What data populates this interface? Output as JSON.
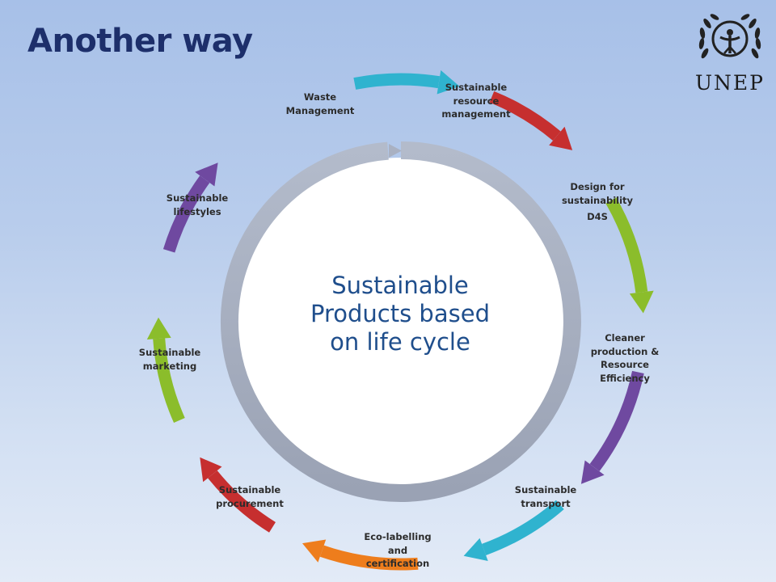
{
  "slide": {
    "title": "Another way",
    "logo": {
      "text": "UNEP"
    },
    "center": {
      "lines": [
        "Sustainable",
        "Products based",
        "on life cycle"
      ]
    },
    "stages": [
      {
        "id": "waste",
        "lines": [
          "Waste",
          "Management"
        ]
      },
      {
        "id": "resource",
        "lines": [
          "Sustainable",
          "resource",
          "management"
        ]
      },
      {
        "id": "design",
        "lines": [
          "Design for",
          "sustainability"
        ],
        "sub": "D4S"
      },
      {
        "id": "cleaner",
        "lines": [
          "Cleaner",
          "production &",
          "Resource",
          "Efficiency"
        ]
      },
      {
        "id": "transport",
        "lines": [
          "Sustainable",
          "transport"
        ]
      },
      {
        "id": "ecolabel",
        "lines": [
          "Eco-labelling",
          "and",
          "certification"
        ]
      },
      {
        "id": "procurement",
        "lines": [
          "Sustainable",
          "procurement"
        ]
      },
      {
        "id": "marketing",
        "lines": [
          "Sustainable",
          "marketing"
        ]
      },
      {
        "id": "lifestyles",
        "lines": [
          "Sustainable",
          "lifestyles"
        ]
      }
    ],
    "arrows": [
      {
        "id": "waste-to-resource",
        "color": "#2fb3cf"
      },
      {
        "id": "resource-to-design",
        "color": "#c62f2f"
      },
      {
        "id": "design-to-cleaner",
        "color": "#8bbd2b"
      },
      {
        "id": "cleaner-to-transport",
        "color": "#6f49a0"
      },
      {
        "id": "transport-to-ecolabel",
        "color": "#2fb3cf"
      },
      {
        "id": "ecolabel-to-procurement",
        "color": "#ee7d1c"
      },
      {
        "id": "procurement-to-marketing",
        "color": "#c62f2f"
      },
      {
        "id": "marketing-to-lifestyles",
        "color": "#8bbd2b"
      },
      {
        "id": "lifestyles-to-waste",
        "color": "#6f49a0"
      }
    ],
    "colors": {
      "title": "#1d2f6b",
      "ring": "#a9b1c2",
      "center_text": "#1f4e8c"
    }
  }
}
